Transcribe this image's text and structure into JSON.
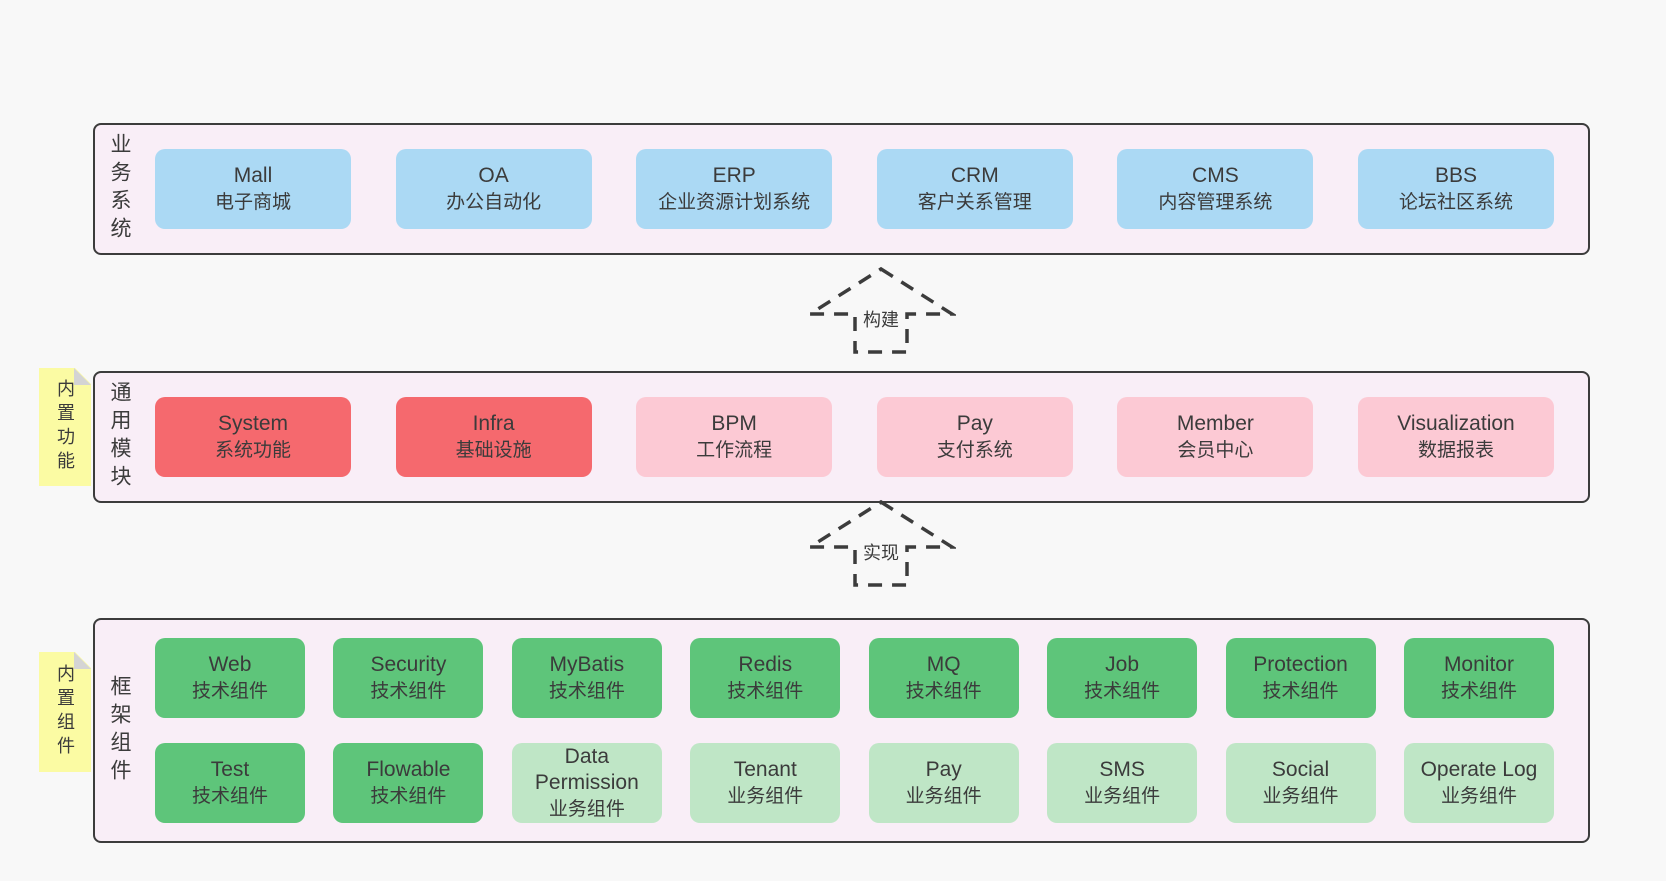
{
  "colors": {
    "page_bg": "#f8f8f8",
    "container_bg": "#f9eef7",
    "container_border": "#3c3c3c",
    "blue": "#abd9f4",
    "red": "#f5696e",
    "pink": "#fcc9d4",
    "green": "#5ec57a",
    "light_green": "#bfe6c6",
    "note_yellow": "#fbfba3",
    "text": "#3b3b3b"
  },
  "arrows": [
    {
      "label": "构建"
    },
    {
      "label": "实现"
    }
  ],
  "layers": [
    {
      "label": "业务系统",
      "rows": [
        [
          {
            "title": "Mall",
            "subtitle": "电子商城",
            "variant": "blue"
          },
          {
            "title": "OA",
            "subtitle": "办公自动化",
            "variant": "blue"
          },
          {
            "title": "ERP",
            "subtitle": "企业资源计划系统",
            "variant": "blue"
          },
          {
            "title": "CRM",
            "subtitle": "客户关系管理",
            "variant": "blue"
          },
          {
            "title": "CMS",
            "subtitle": "内容管理系统",
            "variant": "blue"
          },
          {
            "title": "BBS",
            "subtitle": "论坛社区系统",
            "variant": "blue"
          }
        ]
      ]
    },
    {
      "label": "通用模块",
      "note": "内置功能",
      "rows": [
        [
          {
            "title": "System",
            "subtitle": "系统功能",
            "variant": "red"
          },
          {
            "title": "Infra",
            "subtitle": "基础设施",
            "variant": "red"
          },
          {
            "title": "BPM",
            "subtitle": "工作流程",
            "variant": "pink"
          },
          {
            "title": "Pay",
            "subtitle": "支付系统",
            "variant": "pink"
          },
          {
            "title": "Member",
            "subtitle": "会员中心",
            "variant": "pink"
          },
          {
            "title": "Visualization",
            "subtitle": "数据报表",
            "variant": "pink"
          }
        ]
      ]
    },
    {
      "label": "框架组件",
      "note": "内置组件",
      "rows": [
        [
          {
            "title": "Web",
            "subtitle": "技术组件",
            "variant": "green"
          },
          {
            "title": "Security",
            "subtitle": "技术组件",
            "variant": "green"
          },
          {
            "title": "MyBatis",
            "subtitle": "技术组件",
            "variant": "green"
          },
          {
            "title": "Redis",
            "subtitle": "技术组件",
            "variant": "green"
          },
          {
            "title": "MQ",
            "subtitle": "技术组件",
            "variant": "green"
          },
          {
            "title": "Job",
            "subtitle": "技术组件",
            "variant": "green"
          },
          {
            "title": "Protection",
            "subtitle": "技术组件",
            "variant": "green"
          },
          {
            "title": "Monitor",
            "subtitle": "技术组件",
            "variant": "green"
          }
        ],
        [
          {
            "title": "Test",
            "subtitle": "技术组件",
            "variant": "green"
          },
          {
            "title": "Flowable",
            "subtitle": "技术组件",
            "variant": "green"
          },
          {
            "title": "Data Permission",
            "subtitle": "业务组件",
            "variant": "lightgreen"
          },
          {
            "title": "Tenant",
            "subtitle": "业务组件",
            "variant": "lightgreen"
          },
          {
            "title": "Pay",
            "subtitle": "业务组件",
            "variant": "lightgreen"
          },
          {
            "title": "SMS",
            "subtitle": "业务组件",
            "variant": "lightgreen"
          },
          {
            "title": "Social",
            "subtitle": "业务组件",
            "variant": "lightgreen"
          },
          {
            "title": "Operate Log",
            "subtitle": "业务组件",
            "variant": "lightgreen"
          }
        ]
      ]
    }
  ]
}
